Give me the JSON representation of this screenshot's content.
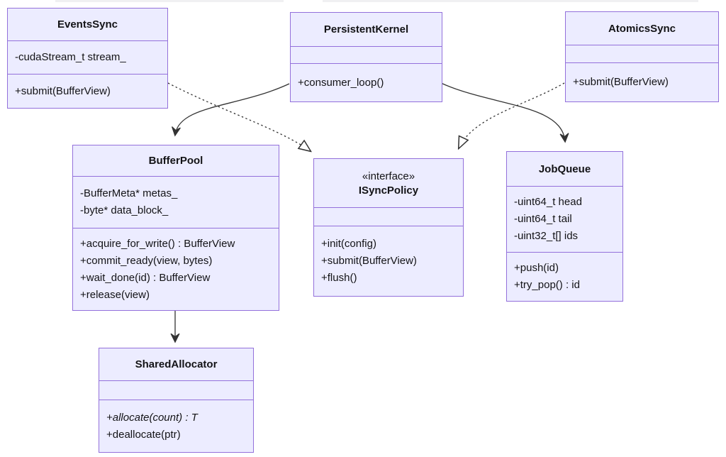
{
  "diagram": {
    "type": "uml-class-diagram",
    "classes": {
      "events_sync": {
        "title": "EventsSync",
        "attributes": [
          "-cudaStream_t stream_"
        ],
        "methods": [
          "+submit(BufferView)"
        ]
      },
      "persistent_kernel": {
        "title": "PersistentKernel",
        "attributes": [],
        "methods": [
          "+consumer_loop()"
        ]
      },
      "atomics_sync": {
        "title": "AtomicsSync",
        "attributes": [],
        "methods": [
          "+submit(BufferView)"
        ]
      },
      "buffer_pool": {
        "title": "BufferPool",
        "attributes": [
          "-BufferMeta* metas_",
          "-byte* data_block_"
        ],
        "methods": [
          "+acquire_for_write() : BufferView",
          "+commit_ready(view, bytes)",
          "+wait_done(id) : BufferView",
          "+release(view)"
        ]
      },
      "isync_policy": {
        "stereotype": "«interface»",
        "title": "ISyncPolicy",
        "attributes": [],
        "methods": [
          "+init(config)",
          "+submit(BufferView)",
          "+flush()"
        ]
      },
      "job_queue": {
        "title": "JobQueue",
        "attributes": [
          "-uint64_t head",
          "-uint64_t tail",
          "-uint32_t[] ids"
        ],
        "methods": [
          "+push(id)",
          "+try_pop() : id"
        ]
      },
      "shared_allocator": {
        "title": "SharedAllocator",
        "attributes": [],
        "methods": [
          "+allocate(count) : T",
          "+deallocate(ptr)"
        ]
      }
    },
    "relationships": [
      {
        "from": "EventsSync",
        "to": "ISyncPolicy",
        "type": "realization",
        "line": "dashed",
        "arrowhead": "hollow-triangle"
      },
      {
        "from": "AtomicsSync",
        "to": "ISyncPolicy",
        "type": "realization",
        "line": "dashed",
        "arrowhead": "hollow-triangle"
      },
      {
        "from": "PersistentKernel",
        "to": "BufferPool",
        "type": "association",
        "line": "solid",
        "arrowhead": "open-v"
      },
      {
        "from": "PersistentKernel",
        "to": "JobQueue",
        "type": "association",
        "line": "solid",
        "arrowhead": "open-v"
      },
      {
        "from": "BufferPool",
        "to": "SharedAllocator",
        "type": "association",
        "line": "solid",
        "arrowhead": "open-v"
      }
    ],
    "colors": {
      "box_fill": "#ECECFF",
      "box_border": "#9370DB",
      "edge": "#333333",
      "text": "#131316",
      "background": "#FFFFFF"
    }
  }
}
